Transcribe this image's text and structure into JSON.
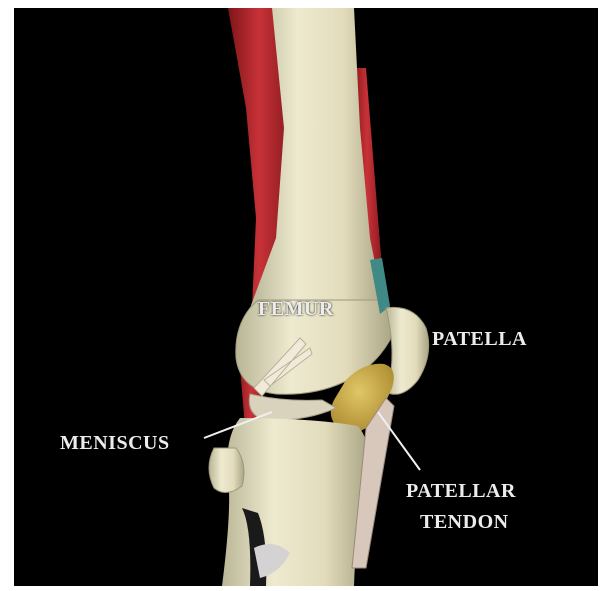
{
  "labels": {
    "femur": "FEMUR",
    "patella": "PATELLA",
    "meniscus": "MENISCUS",
    "patellar_tendon_line1": "PATELLAR",
    "patellar_tendon_line2": "TENDON"
  },
  "colors": {
    "background": "#000000",
    "bone": "#e7e2c6",
    "muscle": "#b2262c",
    "patella": "#c9a94a",
    "tendon": "#3f8a86",
    "label_text": "#ececec"
  }
}
